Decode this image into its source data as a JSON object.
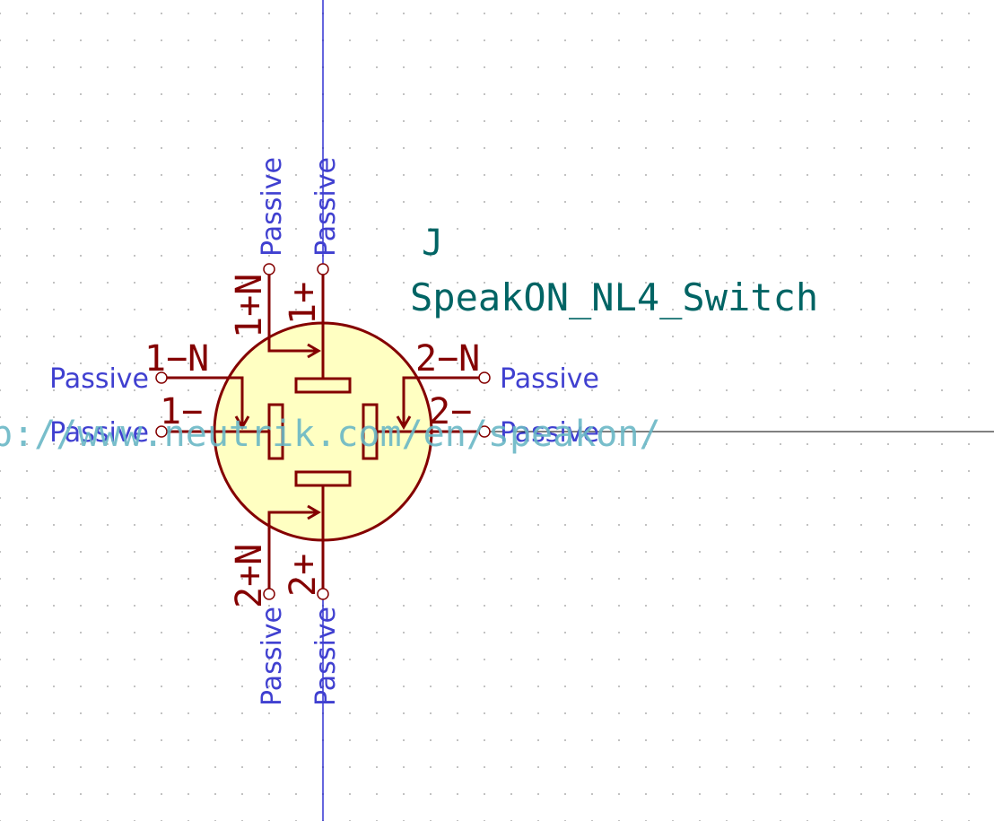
{
  "colors": {
    "body_stroke": "#840000",
    "body_fill": "#ffffc2",
    "pin_type_text": "#4040d0",
    "field_text": "#006464",
    "url_text": "#6ab7c6",
    "axis": "#0000c8",
    "crosshair": "#000000",
    "grid_dot": "#b8b8b8"
  },
  "symbol": {
    "reference": "J",
    "value": "SpeakON_NL4_Switch",
    "datasheet_url": "p://www.neutrik.com/en/speakon/"
  },
  "pins": [
    {
      "id": "1+N",
      "name": "1+N",
      "type": "Passive"
    },
    {
      "id": "1+",
      "name": "1+",
      "type": "Passive"
    },
    {
      "id": "1-N",
      "name": "1−N",
      "type": "Passive"
    },
    {
      "id": "1-",
      "name": "1−",
      "type": "Passive"
    },
    {
      "id": "2-N",
      "name": "2−N",
      "type": "Passive"
    },
    {
      "id": "2-",
      "name": "2−",
      "type": "Passive"
    },
    {
      "id": "2+N",
      "name": "2+N",
      "type": "Passive"
    },
    {
      "id": "2+",
      "name": "2+",
      "type": "Passive"
    }
  ]
}
